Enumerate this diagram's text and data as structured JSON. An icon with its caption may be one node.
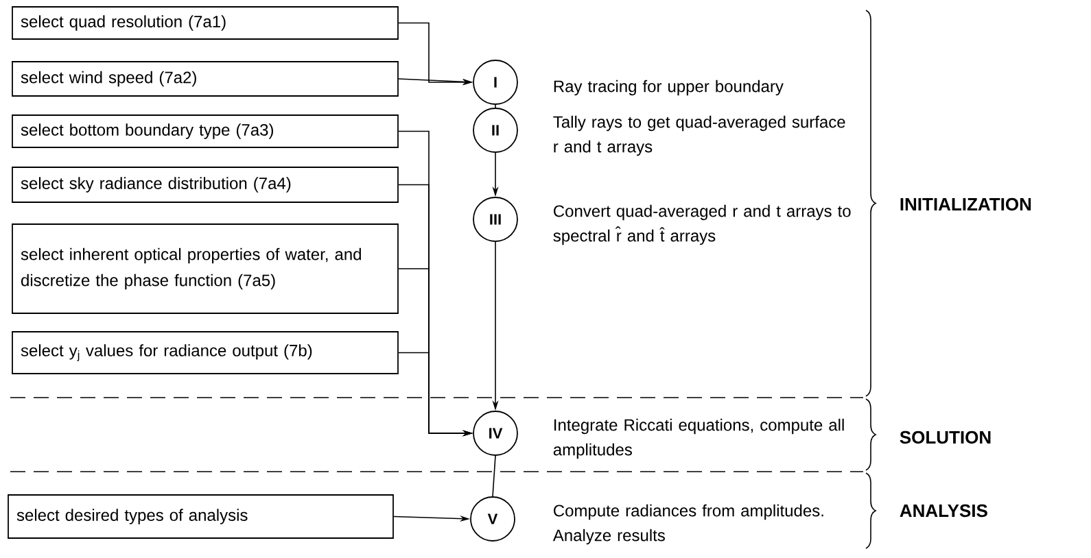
{
  "diagram": {
    "nodes": [
      {
        "text": [
          "select quad resolution (7a1)"
        ]
      },
      {
        "text": [
          "select wind speed (7a2)"
        ]
      },
      {
        "text": [
          "select bottom boundary type (7a3)"
        ]
      },
      {
        "text": [
          "select sky radiance distribution (7a4)"
        ]
      },
      {
        "text": [
          "select inherent optical properties of water, and discretize the phase function (7a5)"
        ]
      },
      {
        "text": [
          "select y$_{j}$ values for radiance output (7b)"
        ]
      },
      {
        "text": [
          "select desired types of analysis"
        ]
      },
      {
        "text": [
          "I"
        ],
        "beside": [
          "Ray tracing for upper boundary"
        ]
      },
      {
        "text": [
          "II"
        ],
        "beside": [
          "Tally rays to get quad-averaged surface r and t arrays"
        ]
      },
      {
        "text": [
          "III"
        ],
        "beside": [
          "Convert quad-averaged r and t arrays to spectral r̂ and t̂ arrays"
        ]
      },
      {
        "text": [
          "IV"
        ],
        "beside": [
          "Integrate Riccati equations, compute all amplitudes"
        ]
      },
      {
        "text": [
          "V"
        ],
        "beside": [
          "Compute radiances from amplitudes. Analyze results"
        ]
      }
    ],
    "edges": [
      {
        "from": 0,
        "to": 7,
        "arrow": "to"
      },
      {
        "from": 1,
        "to": 7,
        "arrow": "to"
      },
      {
        "from": 7,
        "to": 8,
        "arrow": "none"
      },
      {
        "from": 8,
        "to": 9,
        "arrow": "to"
      },
      {
        "from": 2,
        "to": 10,
        "arrow": "to"
      },
      {
        "from": 3,
        "to": 10,
        "arrow": "to"
      },
      {
        "from": 4,
        "to": 10,
        "arrow": "to"
      },
      {
        "from": 5,
        "to": 10,
        "arrow": "to"
      },
      {
        "from": 9,
        "to": 10,
        "arrow": "to"
      },
      {
        "from": 10,
        "to": 11,
        "arrow": "none"
      },
      {
        "from": 6,
        "to": 11,
        "arrow": "to"
      }
    ],
    "labels": [
      "INITIALIZATION",
      "SOLUTION",
      "ANALYSIS"
    ]
  }
}
